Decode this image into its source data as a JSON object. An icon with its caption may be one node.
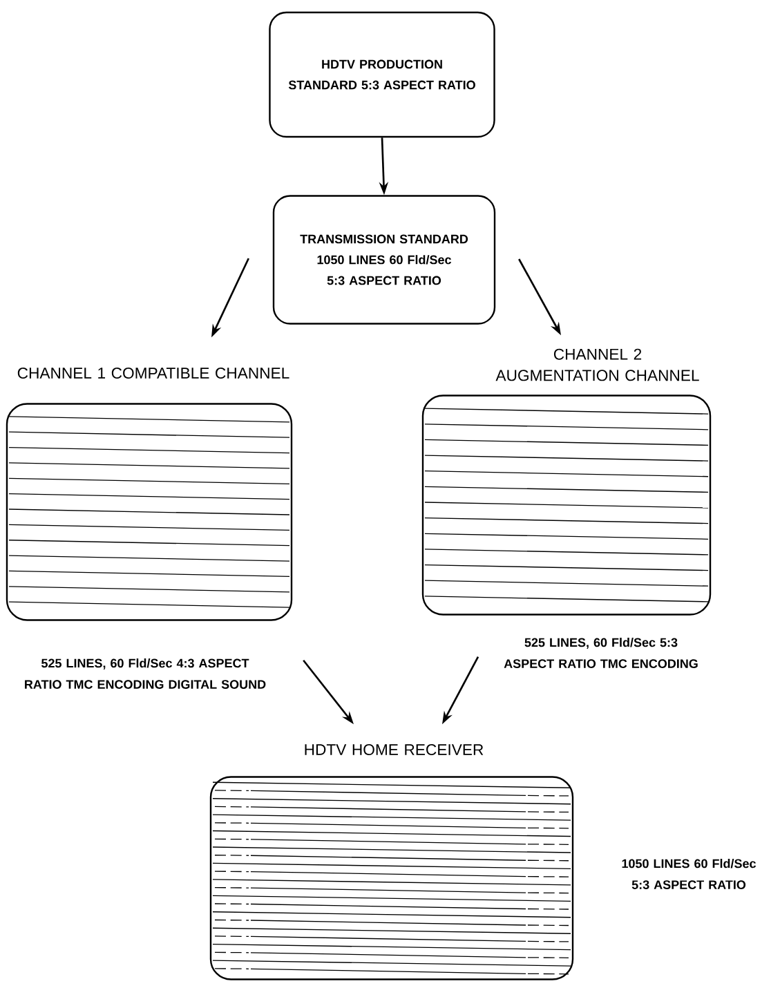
{
  "diagram": {
    "nodes": [
      {
        "text": [
          "HDTV PRODUCTION STANDARD 5:3 ASPECT RATIO"
        ]
      },
      {
        "text": [
          "TRANSMISSION STANDARD 1050 LINES 60 Fld/Sec 5:3 ASPECT RATIO"
        ]
      },
      {
        "text": [
          "CHANNEL 1 COMPATIBLE CHANNEL"
        ],
        "beside": [
          "525 LINES, 60 Fld/Sec 4:3 ASPECT RATIO TMC ENCODING DIGITAL SOUND"
        ]
      },
      {
        "text": [
          "CHANNEL 2 AUGMENTATION CHANNEL"
        ],
        "beside": [
          "525 LINES, 60 Fld/Sec 5:3 ASPECT RATIO TMC ENCODING"
        ]
      },
      {
        "text": [
          "HDTV HOME RECEIVER"
        ],
        "beside": [
          "1050 LINES 60 Fld/Sec 5:3 ASPECT RATIO"
        ]
      }
    ],
    "edges": [
      {
        "from": 0,
        "to": 1,
        "arrow": "to"
      },
      {
        "from": 1,
        "to": 2,
        "arrow": "to"
      },
      {
        "from": 1,
        "to": 3,
        "arrow": "to"
      },
      {
        "from": 2,
        "to": 4,
        "arrow": "to"
      },
      {
        "from": 3,
        "to": 4,
        "arrow": "to"
      }
    ]
  }
}
